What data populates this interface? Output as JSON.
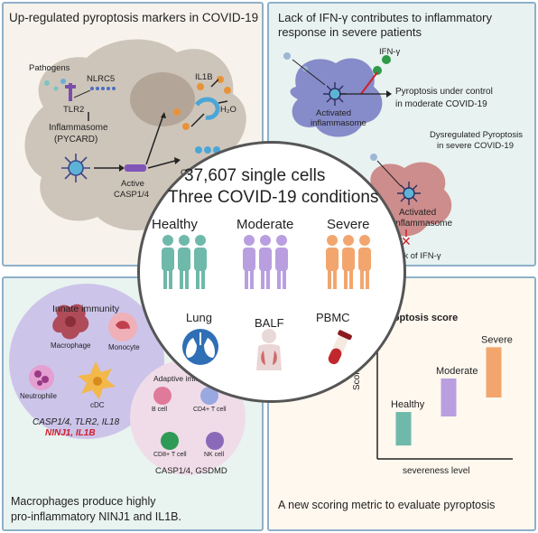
{
  "top_left": {
    "title": "Up-regulated pyroptosis markers in COVID-19",
    "pathogens": "Pathogens",
    "nlrc5": "NLRC5",
    "tlr2": "TLR2",
    "inflammasome": "Inflammasome",
    "pycard": "(PYCARD)",
    "active": "Active",
    "casp": "CASP1/4",
    "gsdmd": "GSDMD",
    "il1b": "IL1B",
    "h2o": "H₂O"
  },
  "top_right": {
    "title_line1": "Lack of IFN-γ contributes to inflammatory",
    "title_line2": "response in severe patients",
    "ifng": "IFN-γ",
    "activated1": "Activated",
    "inflammasome1": "inflammasome",
    "pyro_control": "Pyroptosis under control",
    "moderate_covid": "in moderate COVID-19",
    "dysreg1": "Dysregulated Pyroptosis",
    "dysreg2": "in severe COVID-19",
    "activated2": "Activated",
    "inflammasome2": "inflammasome",
    "lack_ifng": "Lack of IFN-γ"
  },
  "center": {
    "cells": "37,607 single cells",
    "conditions": "Three COVID-19 conditions",
    "healthy": "Healthy",
    "moderate": "Moderate",
    "severe": "Severe",
    "lung": "Lung",
    "balf": "BALF",
    "pbmc": "PBMC"
  },
  "bottom_left": {
    "innate": "Innate immunity",
    "macrophage": "Macrophage",
    "monocyte": "Monocyte",
    "neutrophile": "Neutrophile",
    "cdc": "cDC",
    "genes1": "CASP1/4, TLR2, IL18",
    "genes2": "NINJ1, IL1B",
    "adaptive": "Adaptive immunity",
    "bcell": "B cell",
    "cd4": "CD4+ T cell",
    "cd8": "CD8+ T cell",
    "nk": "NK cell",
    "adaptive_genes": "CASP1/4, GSDMD",
    "caption1": "Macrophages produce highly",
    "caption2": "pro-inflammatory NINJ1 and IL1B."
  },
  "bottom_right": {
    "caption": "A new scoring metric to evaluate pyroptosis"
  },
  "colors": {
    "healthy": "#6fb9ab",
    "moderate": "#b99fe0",
    "severe": "#f2a66e",
    "accent_red": "#d0202a"
  },
  "chart_data": {
    "type": "bar",
    "title": "Pyroptosis score",
    "xlabel": "severeness level",
    "ylabel": "Score",
    "categories": [
      "Healthy",
      "Moderate",
      "Severe"
    ],
    "ranges": [
      [
        0.12,
        0.42
      ],
      [
        0.38,
        0.72
      ],
      [
        0.55,
        1.0
      ]
    ],
    "ylim": [
      0,
      1.1
    ]
  }
}
